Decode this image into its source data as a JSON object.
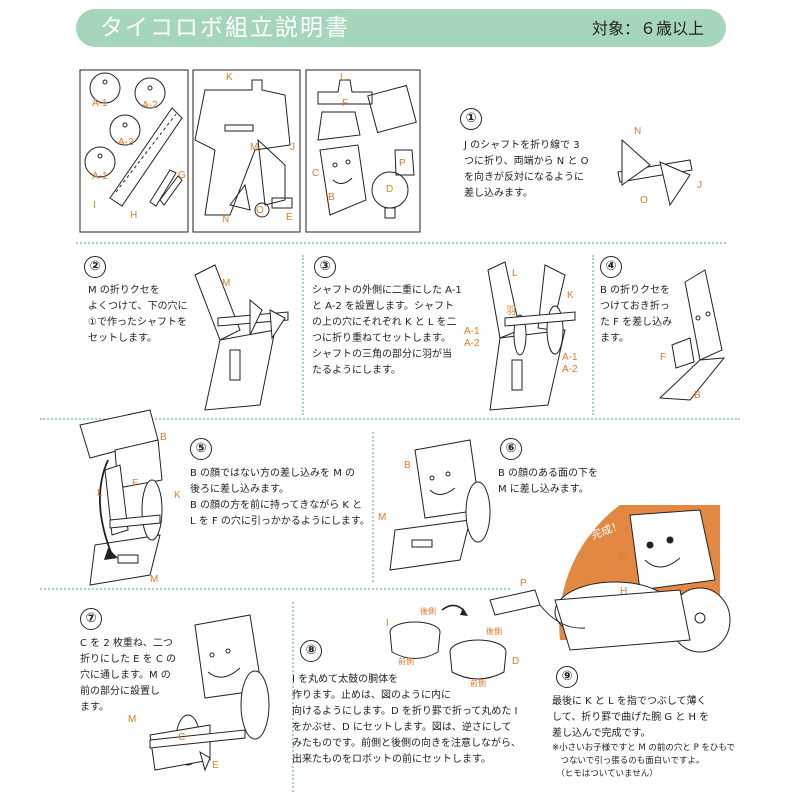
{
  "header": {
    "title": "タイコロボ組立説明書",
    "age": "対象：６歳以上"
  },
  "colors": {
    "accent": "#a5d6bb",
    "orange": "#e07b2e",
    "line": "#222222"
  },
  "parts_sheet": {
    "panel1": [
      "A-1",
      "A-2",
      "A-2",
      "A-1",
      "G",
      "I",
      "H"
    ],
    "panel2": [
      "K",
      "M",
      "J",
      "N",
      "O",
      "E"
    ],
    "panel3": [
      "L",
      "F",
      "C",
      "B",
      "D",
      "P"
    ]
  },
  "steps": [
    {
      "num": "①",
      "lines": [
        "J のシャフトを折り線で 3",
        "つに折り、両端から N と O",
        "を向きが反対になるように",
        "差し込みます。"
      ],
      "labels": [
        "N",
        "J",
        "O"
      ]
    },
    {
      "num": "②",
      "lines": [
        "M の折りクセを",
        "よくつけて、下の穴に",
        "①で作ったシャフトを",
        "セットします。"
      ],
      "labels": [
        "M"
      ]
    },
    {
      "num": "③",
      "lines": [
        "シャフトの外側に二重にした A-1",
        "と A-2 を設置します。シャフト",
        "の上の穴にそれぞれ K と L を二",
        "つに折り重ねてセットします。",
        "シャフトの三角の部分に羽が当",
        "たるようにします。"
      ],
      "labels": [
        "L",
        "K",
        "羽",
        "A-1",
        "A-2",
        "A-1",
        "A-2"
      ]
    },
    {
      "num": "④",
      "lines": [
        "B の折りクセを",
        "つけておき折っ",
        "た F を差し込み",
        "ます。"
      ],
      "labels": [
        "F",
        "B"
      ]
    },
    {
      "num": "⑤",
      "lines": [
        "B の顔ではない方の差し込みを M の",
        "後ろに差し込みます。",
        "B の顔の方を前に持ってきながら K と",
        "L を F の穴に引っかかるようにします。"
      ],
      "labels": [
        "B",
        "L",
        "F",
        "K",
        "M"
      ]
    },
    {
      "num": "⑥",
      "lines": [
        "B の顔のある面の下を",
        "M に差し込みます。"
      ],
      "labels": [
        "B",
        "M"
      ]
    },
    {
      "num": "⑦",
      "lines": [
        "C を 2 枚重ね、二つ",
        "折りにした E を C の",
        "穴に通します。M の",
        "前の部分に設置し",
        "ます。"
      ],
      "labels": [
        "M",
        "C",
        "E"
      ]
    },
    {
      "num": "⑧",
      "lines": [
        "I を丸めて太鼓の胴体を",
        "作ります。止めは、図のように内に",
        "向けるようにします。D を折り罫で折って丸めた I",
        "をかぶせ、D にセットします。図は、逆さにして",
        "みたものです。前側と後側の向きを注意しながら、",
        "出来たものをロボットの前にセットします。"
      ],
      "labels": [
        "後側",
        "I",
        "前側",
        "後側",
        "D",
        "前側"
      ]
    },
    {
      "num": "⑨",
      "lines": [
        "最後に K と L を指でつぶして薄く",
        "して、折り罫で曲げた腕 G と H を",
        "差し込んで完成です。"
      ],
      "labels": [
        "P",
        "G",
        "H"
      ]
    }
  ],
  "complete_badge": "完成！",
  "footnote": [
    "※小さいお子様ですと M の前の穴と P をひもで",
    "　つないで引っ張るのも面白いですよ。",
    "　（ヒモはついていません）"
  ]
}
